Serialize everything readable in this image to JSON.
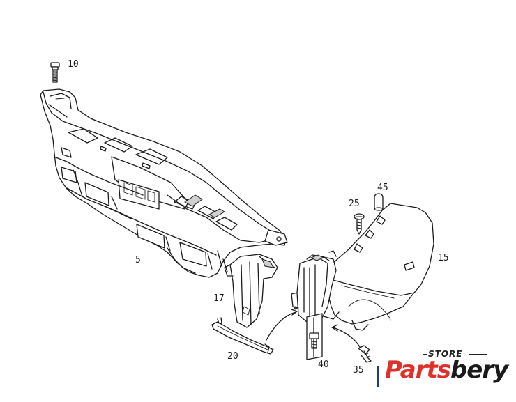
{
  "labels": {
    "p10": "10",
    "p5": "5",
    "p45": "45",
    "p25": "25",
    "p15": "15",
    "p17": "17",
    "p20": "20",
    "p40": "40",
    "p35": "35"
  },
  "logo": {
    "store": "STORE",
    "brand_a": "Parts",
    "brand_b": "bery",
    "colors": {
      "accent": "#e0302a",
      "dark": "#1a1a1a",
      "bar": "#1a3d8f"
    }
  }
}
